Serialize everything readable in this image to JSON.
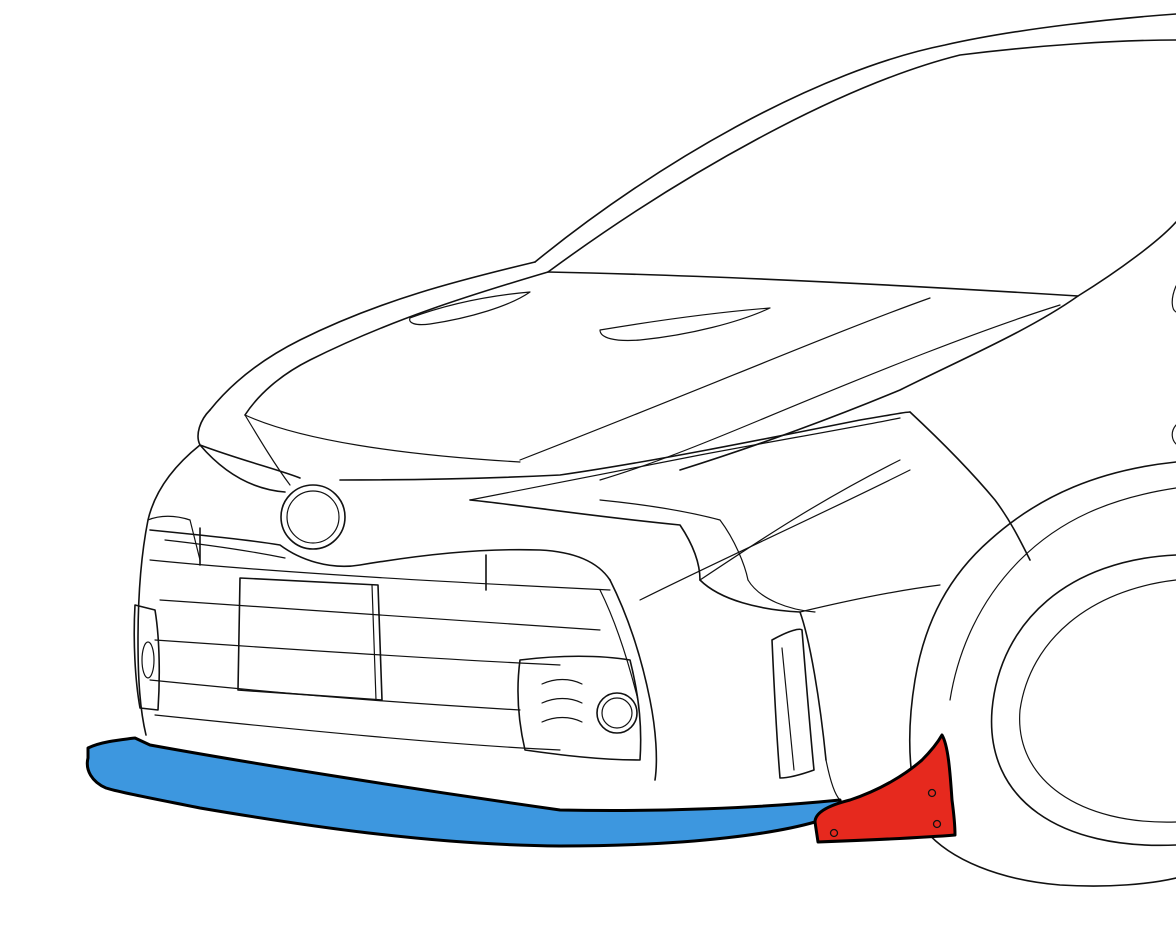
{
  "diagram": {
    "subject": "car-front-line-drawing",
    "background_color": "#ffffff",
    "line_color": "#111111",
    "highlighted_parts": [
      {
        "id": "front-lip-spoiler",
        "color": "#3d97df"
      },
      {
        "id": "side-canard",
        "color": "#e6291e"
      }
    ]
  }
}
